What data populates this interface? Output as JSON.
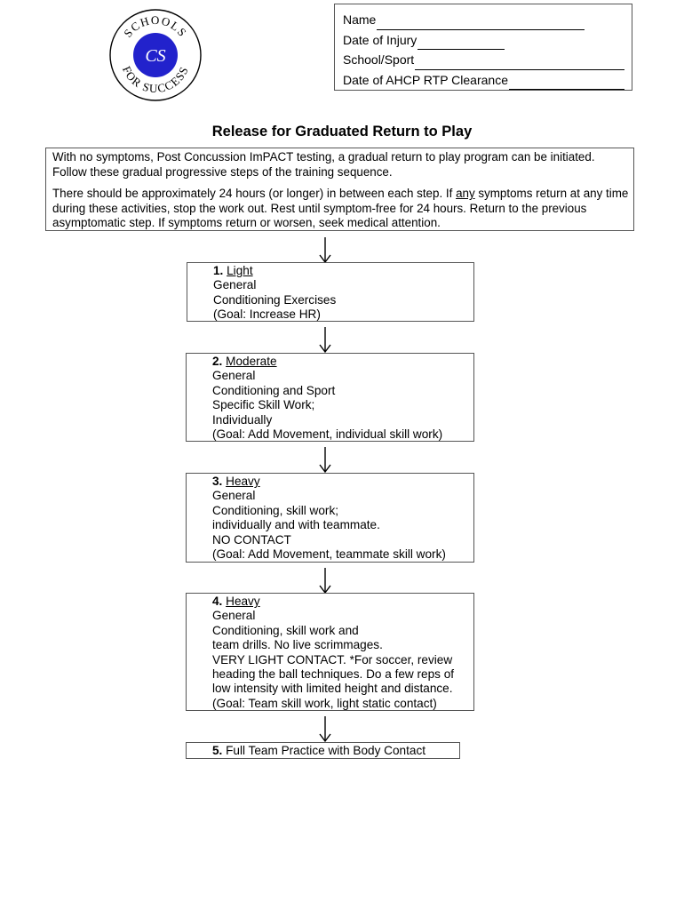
{
  "logo": {
    "top_text": "SCHOOLS",
    "left_text": "FOR",
    "bottom_text": "SUCCESS",
    "monogram": "CS",
    "color": "#2222cc"
  },
  "header_fields": [
    {
      "label": "Name"
    },
    {
      "label": "Date of Injury"
    },
    {
      "label": "School/Sport"
    },
    {
      "label": "Date of AHCP RTP Clearance"
    }
  ],
  "title": "Release for Graduated Return to Play",
  "intro": {
    "p1": "With no symptoms, Post Concussion ImPACT testing, a gradual return to play program can be initiated. Follow these gradual progressive steps of the training sequence.",
    "p2_before": "There should be approximately 24 hours (or longer) in between each step.  If ",
    "p2_emph": "any",
    "p2_after": " symptoms return at any time during these activities, stop the work out.  Rest until symptom-free for 24 hours.  Return to the previous asymptomatic step.  If symptoms return or worsen, seek medical attention."
  },
  "steps": [
    {
      "number": "1.",
      "heading": "Light",
      "lines": [
        "General",
        "Conditioning Exercises",
        "(Goal: Increase HR)"
      ]
    },
    {
      "number": "2.",
      "heading": "Moderate",
      "lines": [
        "General",
        "Conditioning and Sport",
        "Specific Skill Work;",
        "Individually",
        "(Goal:  Add Movement, individual skill work)"
      ]
    },
    {
      "number": "3.",
      "heading": "Heavy",
      "lines": [
        "General",
        "Conditioning, skill work;",
        "individually and with teammate.",
        "NO CONTACT",
        "(Goal: Add Movement, teammate skill work)"
      ]
    },
    {
      "number": "4.",
      "heading": "Heavy",
      "lines": [
        "General",
        "Conditioning, skill work and",
        "team drills.  No live scrimmages.",
        "VERY LIGHT CONTACT.  *For soccer, review",
        "heading the ball techniques.  Do a few reps of",
        "low intensity with limited height and distance.",
        "(Goal:  Team skill work, light static contact)"
      ]
    },
    {
      "number": "5.",
      "heading": "Full Team Practice with Body Contact",
      "lines": []
    }
  ]
}
